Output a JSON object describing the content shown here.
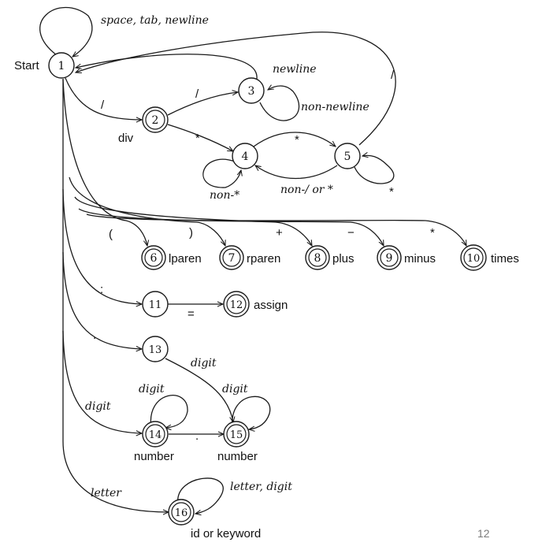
{
  "start_label": "Start",
  "page_number": "12",
  "states": [
    {
      "id": "1",
      "accepting": false,
      "token": ""
    },
    {
      "id": "2",
      "accepting": true,
      "token": "div"
    },
    {
      "id": "3",
      "accepting": false,
      "token": ""
    },
    {
      "id": "4",
      "accepting": false,
      "token": ""
    },
    {
      "id": "5",
      "accepting": false,
      "token": ""
    },
    {
      "id": "6",
      "accepting": true,
      "token": "lparen"
    },
    {
      "id": "7",
      "accepting": true,
      "token": "rparen"
    },
    {
      "id": "8",
      "accepting": true,
      "token": "plus"
    },
    {
      "id": "9",
      "accepting": true,
      "token": "minus"
    },
    {
      "id": "10",
      "accepting": true,
      "token": "times"
    },
    {
      "id": "11",
      "accepting": false,
      "token": ""
    },
    {
      "id": "12",
      "accepting": true,
      "token": "assign"
    },
    {
      "id": "13",
      "accepting": false,
      "token": ""
    },
    {
      "id": "14",
      "accepting": true,
      "token": "number"
    },
    {
      "id": "15",
      "accepting": true,
      "token": "number"
    },
    {
      "id": "16",
      "accepting": true,
      "token": "id or keyword"
    }
  ],
  "transitions": {
    "s1_loop": "space, tab, newline",
    "s1_s2": "/",
    "s2_s3": "/",
    "s3_loop": "non-newline",
    "s3_s1": "newline",
    "s2_s4": "*",
    "s4_s5": "*",
    "s4_loop": "non-*",
    "s5_s4": "non-/ or *",
    "s5_loop": "*",
    "s5_s1": "/",
    "s1_s6": "(",
    "s1_s7": ")",
    "s1_s8": "+",
    "s1_s9": "−",
    "s1_s10": "*",
    "s1_s11": ":",
    "s11_s12": "=",
    "s1_s13": ".",
    "s13_s15": "digit",
    "s1_s14": "digit",
    "s14_loop": "digit",
    "s14_s15": ".",
    "s15_loop": "digit",
    "s1_s16": "letter",
    "s16_loop": "letter, digit"
  }
}
